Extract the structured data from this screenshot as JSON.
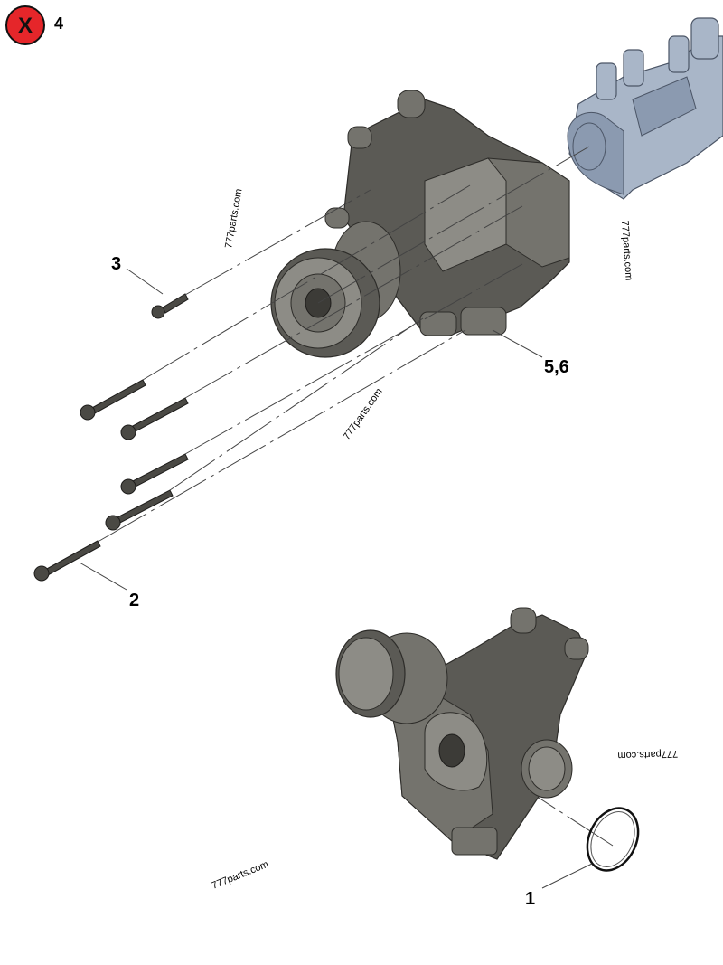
{
  "badge": {
    "symbol": "X",
    "number": "4",
    "color": "#e5262a"
  },
  "callouts": {
    "c1": "1",
    "c2": "2",
    "c3": "3",
    "c56": "5,6"
  },
  "watermarks": {
    "w1": "777parts.com",
    "w2": "777parts.com",
    "w3": "777parts.com",
    "w4": "777parts.com",
    "w5": "777parts.com"
  }
}
